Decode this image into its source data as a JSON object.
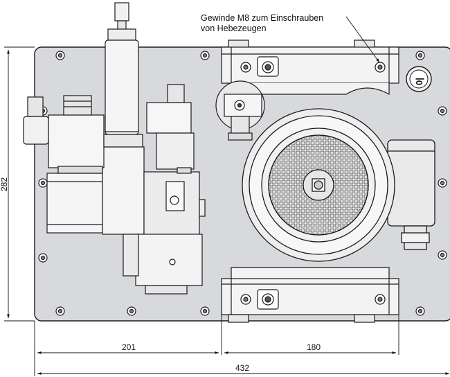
{
  "annotation": {
    "line1": "Gewinde M8 zum Einschrauben",
    "line2": "von Hebezeugen"
  },
  "dimensions": {
    "height": "282",
    "left_width": "201",
    "right_width": "180",
    "total_width": "432"
  },
  "switch_label": "0|",
  "colors": {
    "plate": "#d7d9dc",
    "outline": "#1a1a1a",
    "grille_fill": "#e6e6e6",
    "component_fill": "#e9e9e9"
  }
}
